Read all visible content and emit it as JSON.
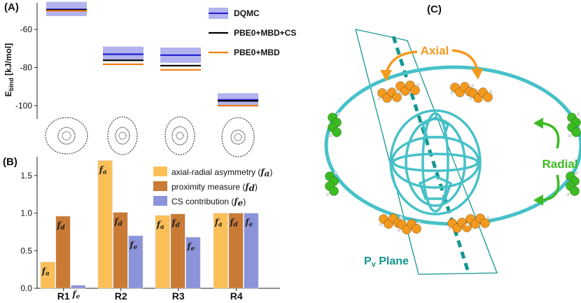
{
  "panel_labels": {
    "a": "(A)",
    "b": "(B)",
    "c": "(C)"
  },
  "colors": {
    "dqmc": "#1f1fd0",
    "dqmc_band": "#b3b3ee",
    "mbdcs": "#000000",
    "mbd": "#f07f12",
    "fa": "#fbbf58",
    "fd": "#c97a35",
    "fe": "#8b93d9",
    "ring": "#47c1c8",
    "axial": "#f39a1e",
    "radial": "#3dbb22",
    "plane": "#14968e"
  },
  "chart_data": [
    {
      "type": "line",
      "panel": "A",
      "ylabel_main": "E",
      "ylabel_sub": "bind",
      "ylabel_unit": " [kJ/mol]",
      "ylim": [
        -107,
        -46
      ],
      "yticks": [
        "-60",
        "-80",
        "-100"
      ],
      "ytick_values": [
        -60,
        -80,
        -100
      ],
      "categories": [
        "R1",
        "R2",
        "R3",
        "R4"
      ],
      "legend": [
        "DQMC",
        "PBE0+MBD+CS",
        "PBE0+MBD"
      ],
      "series": [
        {
          "name": "DQMC",
          "values": [
            -49.5,
            -73.0,
            -73.5,
            -97.0
          ],
          "band": [
            [
              -53.0,
              -45.5
            ],
            [
              -76.5,
              -69.0
            ],
            [
              -77.5,
              -69.5
            ],
            [
              -100.5,
              -93.5
            ]
          ]
        },
        {
          "name": "PBE0+MBD+CS",
          "values": [
            -49.8,
            -76.2,
            -79.0,
            -97.5
          ]
        },
        {
          "name": "PBE0+MBD",
          "values": [
            -50.2,
            -78.3,
            -81.2,
            -100.0
          ]
        }
      ]
    },
    {
      "type": "bar",
      "panel": "B",
      "categories": [
        "R1",
        "R2",
        "R3",
        "R4"
      ],
      "ylim": [
        0,
        1.75
      ],
      "yticks": [
        "0.0",
        "0.5",
        "1.0",
        "1.5"
      ],
      "ytick_values": [
        0.0,
        0.5,
        1.0,
        1.5
      ],
      "legend_position": "top-right",
      "series": [
        {
          "name": "axial-radial asymmetry (",
          "sym": "f",
          "sub": "a",
          "close": ")",
          "values": [
            0.35,
            1.7,
            0.97,
            1.0
          ]
        },
        {
          "name": "proximity measure (",
          "sym": "f",
          "sub": "d",
          "close": ")",
          "values": [
            0.96,
            1.01,
            0.99,
            1.0
          ]
        },
        {
          "name": "CS contribution (",
          "sym": "f",
          "sub": "e",
          "close": ")",
          "values": [
            0.04,
            0.7,
            0.68,
            1.0
          ]
        }
      ]
    }
  ],
  "diagram": {
    "axial_label": "Axial",
    "radial_label": "Radial",
    "plane_label_main": "P",
    "plane_label_sub": "v",
    "plane_label_rest": " Plane"
  }
}
